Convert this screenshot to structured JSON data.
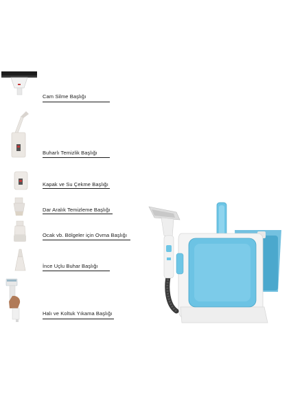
{
  "accessories": [
    {
      "label": "Cam Silme Başlığı",
      "icon": "window-squeegee-head-icon"
    },
    {
      "label": "Buharlı Temizlik Başlığı",
      "icon": "steam-cleaning-head-icon"
    },
    {
      "label": "Kapak ve Su Çekme Başlığı",
      "icon": "cover-suction-head-icon"
    },
    {
      "label": "Dar Aralık Temizleme Başlığı",
      "icon": "narrow-gap-brush-icon"
    },
    {
      "label": "Ocak vb. Bölgeler için Ovma Başlığı",
      "icon": "scrubbing-brush-icon"
    },
    {
      "label": "İnce Uçlu Buhar Başlığı",
      "icon": "fine-tip-steam-nozzle-icon"
    },
    {
      "label": "Halı ve Koltuk Yıkama Başlığı",
      "icon": "carpet-sofa-washing-head-icon"
    }
  ],
  "product": {
    "icon": "steam-vacuum-cleaner-image",
    "accent": "#6ec6e6"
  }
}
